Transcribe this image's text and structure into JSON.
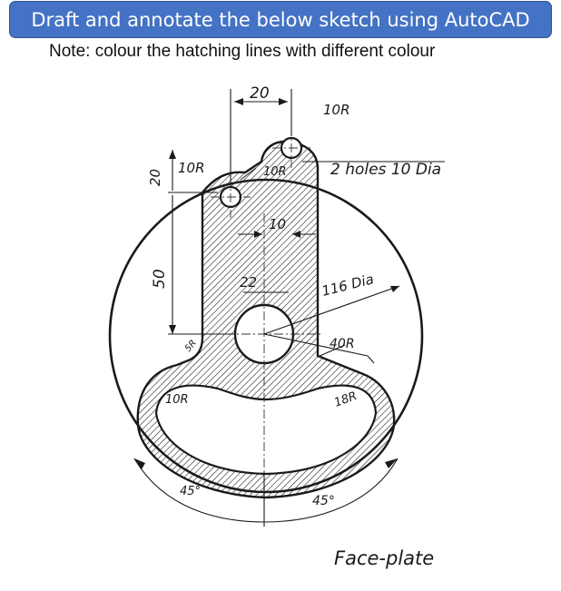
{
  "header": {
    "title": "Draft and annotate the below sketch using AutoCAD",
    "note": "Note: colour the hatching lines with different colour"
  },
  "drawing": {
    "labels": {
      "top_width": "20",
      "top_radius": "10R",
      "left_radius": "10R",
      "inner_radius": "10R",
      "holes": "2 holes 10 Dia",
      "slot_width": "10",
      "vertical_small": "20",
      "vertical_large": "50",
      "bore": "22",
      "outer_dia": "116 Dia",
      "arc_radius": "40R",
      "fillet_right": "18R",
      "fillet_left": "10R",
      "fillet_corner": "5R",
      "angle_left": "45°",
      "angle_right": "45°"
    },
    "caption": "Face-plate"
  },
  "colors": {
    "title_bg": "#4472c4",
    "line": "#1a1a1a"
  }
}
